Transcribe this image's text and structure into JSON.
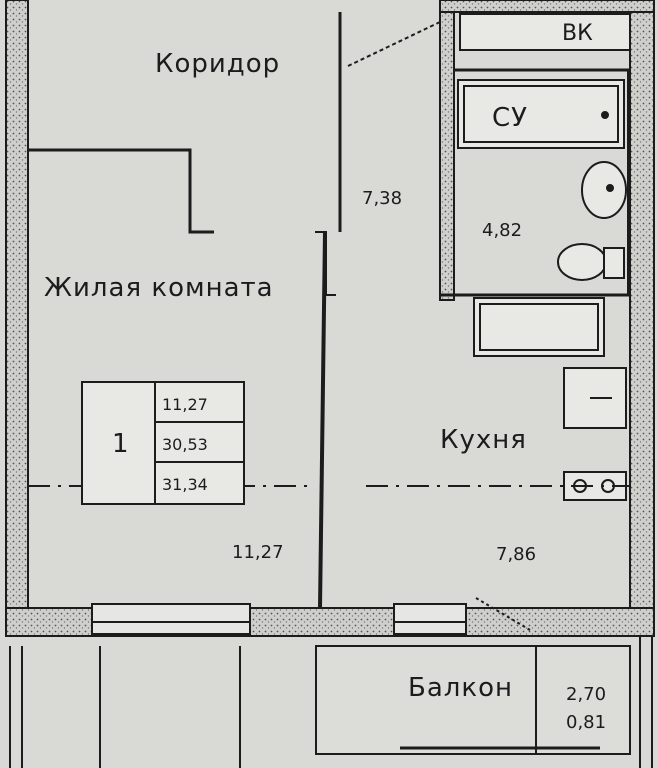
{
  "rooms": {
    "corridor": {
      "label": "Коридор",
      "area": "7,38"
    },
    "living_room": {
      "label": "Жилая комната",
      "area": "11,27"
    },
    "bathroom": {
      "label": "СУ",
      "area": "4,82"
    },
    "kitchen": {
      "label": "Кухня",
      "area": "7,86"
    },
    "balcony": {
      "label": "Балкон",
      "area": "2,70",
      "reduced_area": "0,81"
    },
    "vent_shaft": {
      "label": "ВК"
    }
  },
  "summary_table": {
    "rooms_count": "1",
    "living_area": "11,27",
    "total_area": "30,53",
    "total_with_balcony": "31,34"
  },
  "colors": {
    "background": "#d9d9d6",
    "lines": "#1c1c1c",
    "wall_fill": "#c9c9c5"
  }
}
